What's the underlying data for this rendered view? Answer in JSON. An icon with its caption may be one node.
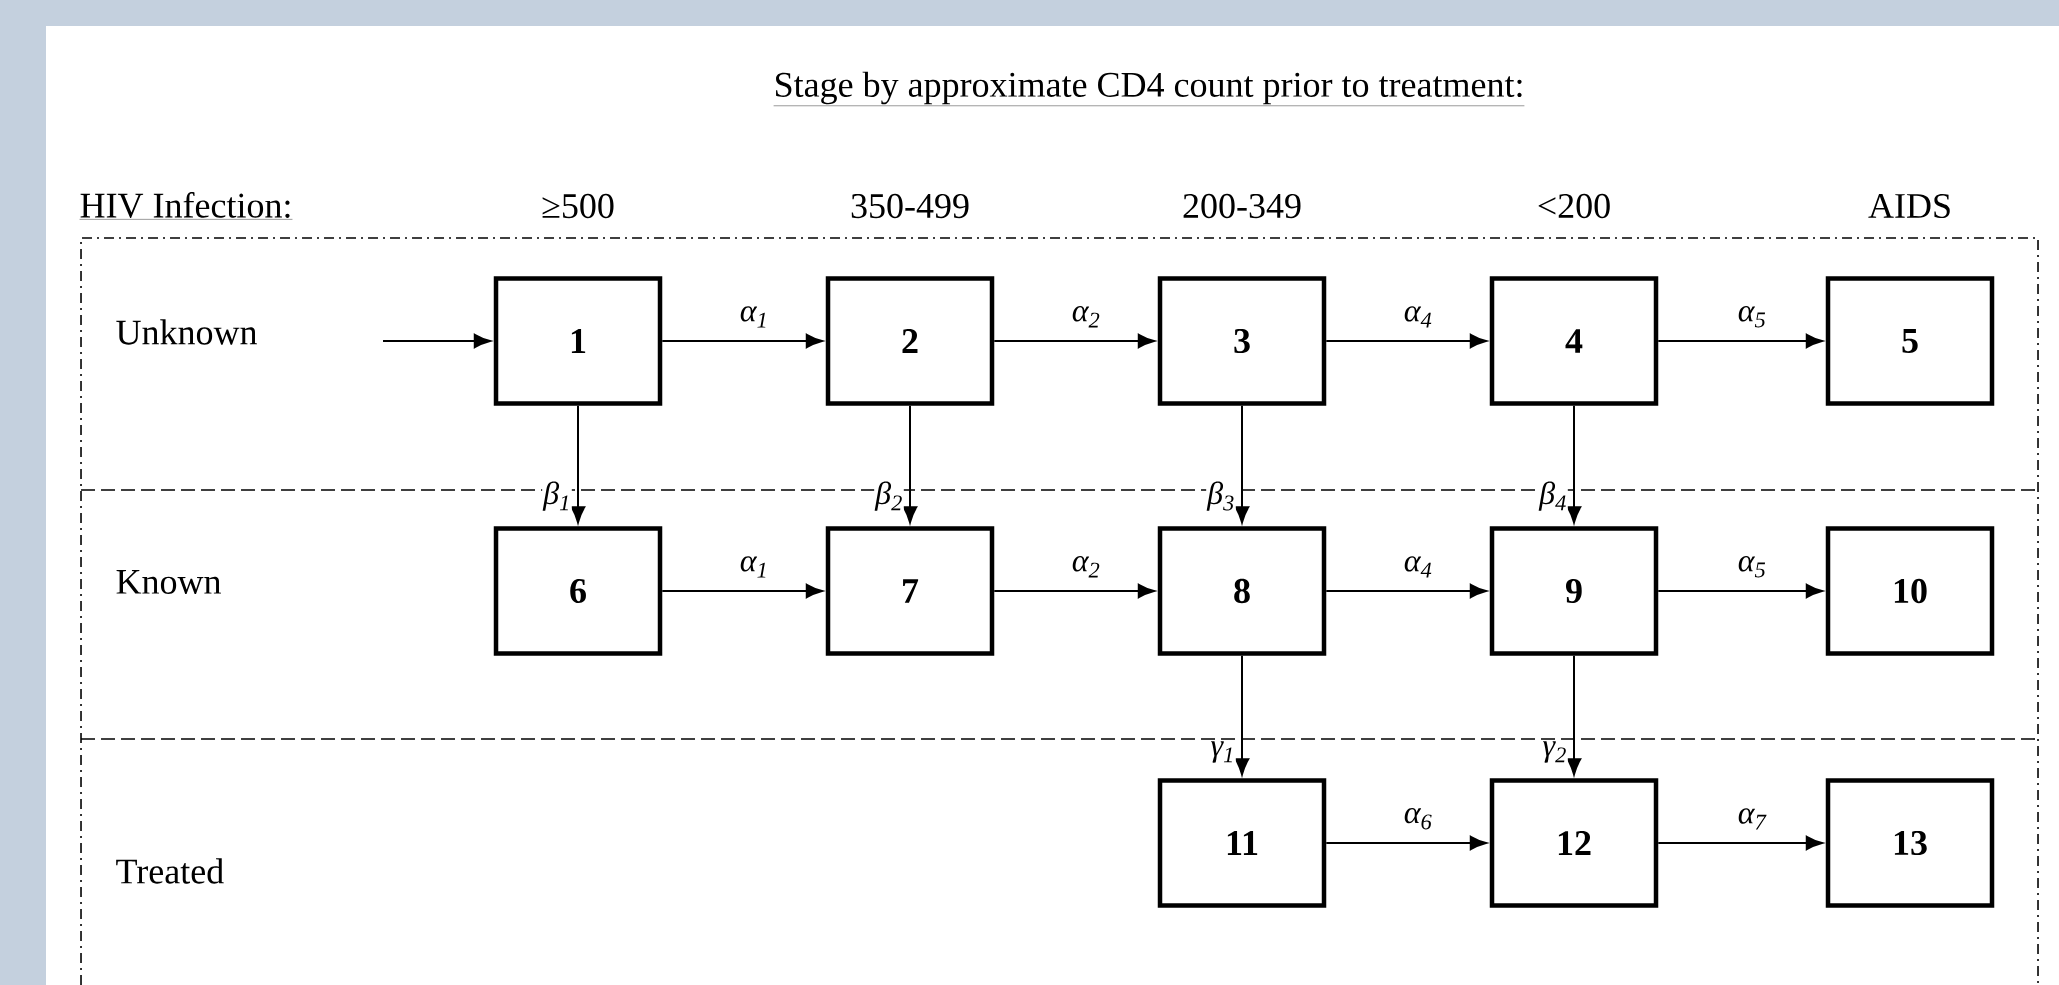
{
  "diagram": {
    "title": "Stage by approximate CD4 count prior to treatment:",
    "nodes": [
      {
        "text": [
          "1"
        ]
      },
      {
        "text": [
          "2"
        ]
      },
      {
        "text": [
          "3"
        ]
      },
      {
        "text": [
          "4"
        ]
      },
      {
        "text": [
          "5"
        ]
      },
      {
        "text": [
          "6"
        ]
      },
      {
        "text": [
          "7"
        ]
      },
      {
        "text": [
          "8"
        ]
      },
      {
        "text": [
          "9"
        ]
      },
      {
        "text": [
          "10"
        ]
      },
      {
        "text": [
          "11"
        ]
      },
      {
        "text": [
          "12"
        ]
      },
      {
        "text": [
          "13"
        ]
      }
    ],
    "edges": [
      {
        "from": null,
        "to": 0,
        "arrow": "to"
      },
      {
        "from": 0,
        "to": 1,
        "arrow": "to",
        "label": "α$_{1}$"
      },
      {
        "from": 1,
        "to": 2,
        "arrow": "to",
        "label": "α$_{2}$"
      },
      {
        "from": 2,
        "to": 3,
        "arrow": "to",
        "label": "α$_{4}$"
      },
      {
        "from": 3,
        "to": 4,
        "arrow": "to",
        "label": "α$_{5}$"
      },
      {
        "from": 0,
        "to": 5,
        "arrow": "to",
        "label": "β$_{1}$"
      },
      {
        "from": 1,
        "to": 6,
        "arrow": "to",
        "label": "β$_{2}$"
      },
      {
        "from": 2,
        "to": 7,
        "arrow": "to",
        "label": "β$_{3}$"
      },
      {
        "from": 3,
        "to": 8,
        "arrow": "to",
        "label": "β$_{4}$"
      },
      {
        "from": 5,
        "to": 6,
        "arrow": "to",
        "label": "α$_{1}$"
      },
      {
        "from": 6,
        "to": 7,
        "arrow": "to",
        "label": "α$_{2}$"
      },
      {
        "from": 7,
        "to": 8,
        "arrow": "to",
        "label": "α$_{4}$"
      },
      {
        "from": 8,
        "to": 9,
        "arrow": "to",
        "label": "α$_{5}$"
      },
      {
        "from": 7,
        "to": 10,
        "arrow": "to",
        "label": "γ$_{1}$"
      },
      {
        "from": 8,
        "to": 11,
        "arrow": "to",
        "label": "γ$_{2}$"
      },
      {
        "from": 10,
        "to": 11,
        "arrow": "to",
        "label": "α$_{6}$"
      },
      {
        "from": 11,
        "to": 12,
        "arrow": "to",
        "label": "α$_{7}$"
      }
    ],
    "labels": [
      "HIV Infection:",
      "≥500",
      "350-499",
      "200-349",
      "<200",
      "AIDS",
      "Unknown",
      "Known",
      "Treated"
    ]
  }
}
